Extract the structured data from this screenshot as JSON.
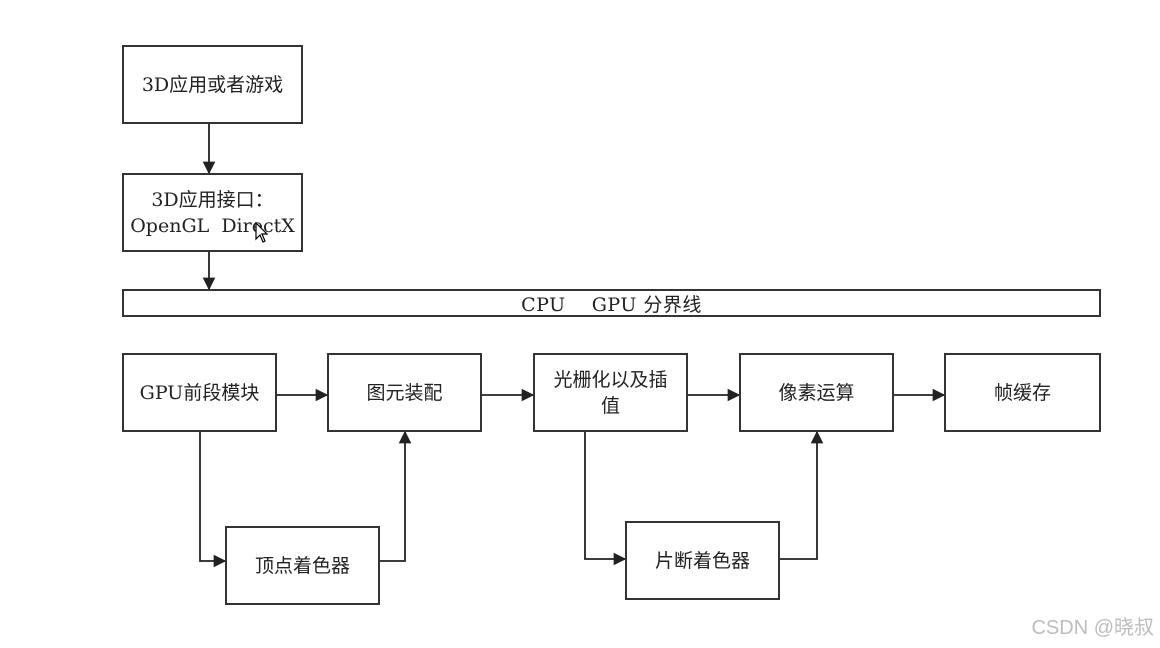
{
  "diagram": {
    "nodes": {
      "app": {
        "lines": [
          "3D应用或者游戏"
        ]
      },
      "api": {
        "lines": [
          "3D应用接口：",
          "OpenGL  DirectX"
        ]
      },
      "gpu_front": {
        "lines": [
          "GPU前段模块"
        ]
      },
      "assembly": {
        "lines": [
          "图元装配"
        ]
      },
      "raster": {
        "lines": [
          "光栅化以及插",
          "值"
        ]
      },
      "pixel": {
        "lines": [
          "像素运算"
        ]
      },
      "frame": {
        "lines": [
          "帧缓存"
        ]
      },
      "vertex": {
        "lines": [
          "顶点着色器"
        ]
      },
      "fragment": {
        "lines": [
          "片断着色器"
        ]
      }
    },
    "divider": {
      "label": "CPU    GPU 分界线"
    },
    "edges": [
      {
        "from": "app",
        "to": "api"
      },
      {
        "from": "api",
        "to": "divider"
      },
      {
        "from": "gpu_front",
        "to": "assembly"
      },
      {
        "from": "assembly",
        "to": "raster"
      },
      {
        "from": "raster",
        "to": "pixel"
      },
      {
        "from": "pixel",
        "to": "frame"
      },
      {
        "from": "gpu_front",
        "to": "vertex"
      },
      {
        "from": "vertex",
        "to": "assembly"
      },
      {
        "from": "raster",
        "to": "fragment"
      },
      {
        "from": "fragment",
        "to": "pixel"
      }
    ]
  },
  "watermark": "CSDN @晓叔"
}
